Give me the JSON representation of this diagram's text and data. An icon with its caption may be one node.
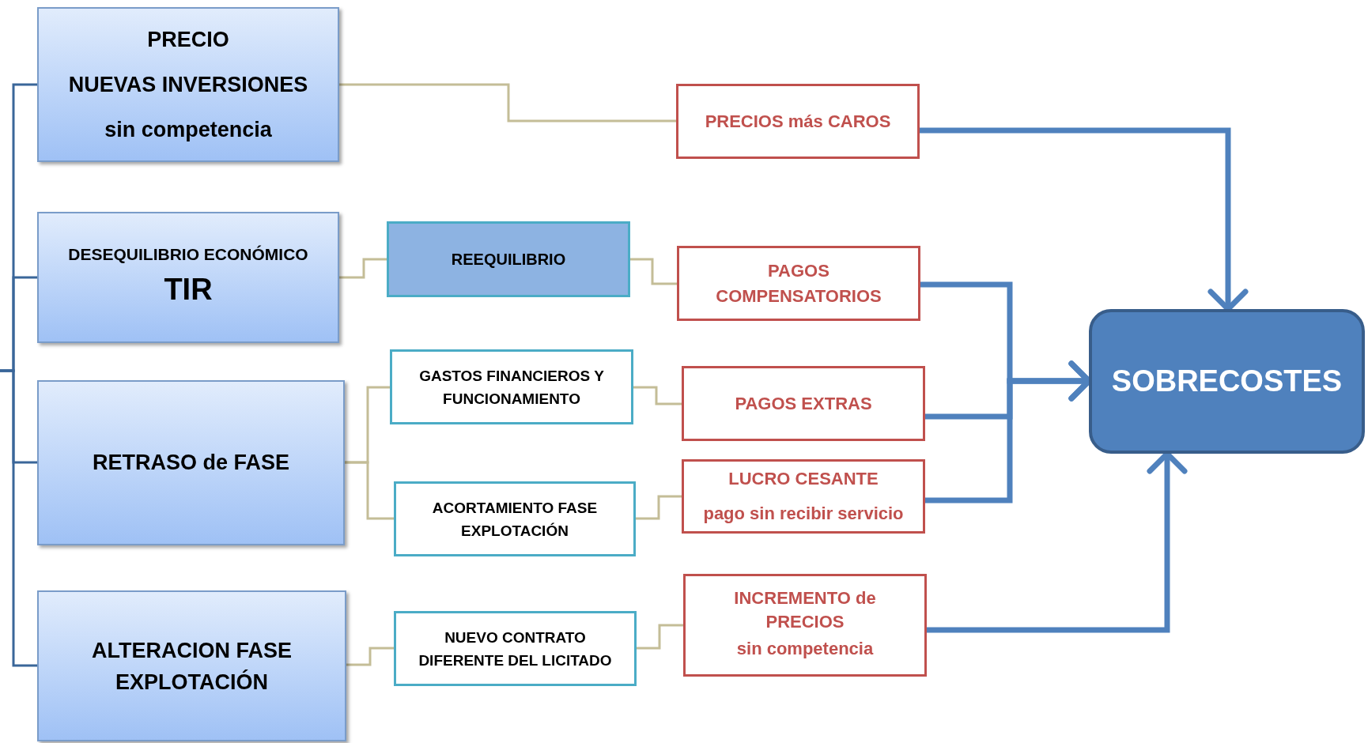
{
  "diagram": {
    "nodes": [
      {
        "text": [
          "PRECIO",
          "NUEVAS INVERSIONES",
          "sin competencia"
        ]
      },
      {
        "text": [
          "DESEQUILIBRIO ECONÓMICO",
          "TIR"
        ]
      },
      {
        "text": [
          "RETRASO de FASE"
        ]
      },
      {
        "text": [
          "ALTERACION FASE EXPLOTACIÓN"
        ]
      },
      {
        "text": [
          "REEQUILIBRIO"
        ]
      },
      {
        "text": [
          "GASTOS FINANCIEROS Y FUNCIONAMIENTO"
        ]
      },
      {
        "text": [
          "ACORTAMIENTO FASE EXPLOTACIÓN"
        ]
      },
      {
        "text": [
          "NUEVO CONTRATO DIFERENTE DEL LICITADO"
        ]
      },
      {
        "text": [
          "PRECIOS más CAROS"
        ]
      },
      {
        "text": [
          "PAGOS COMPENSATORIOS"
        ]
      },
      {
        "text": [
          "PAGOS EXTRAS"
        ]
      },
      {
        "text": [
          "LUCRO CESANTE",
          "pago sin recibir servicio"
        ]
      },
      {
        "text": [
          "INCREMENTO de PRECIOS",
          "sin competencia"
        ]
      },
      {
        "text": [
          "SOBRECOSTES"
        ]
      }
    ],
    "edges": [
      {
        "from": null,
        "to": 0,
        "arrow": "none",
        "color": "#3a6699"
      },
      {
        "from": null,
        "to": 1,
        "arrow": "none",
        "color": "#3a6699"
      },
      {
        "from": null,
        "to": 2,
        "arrow": "none",
        "color": "#3a6699"
      },
      {
        "from": null,
        "to": 3,
        "arrow": "none",
        "color": "#3a6699"
      },
      {
        "from": 0,
        "to": 8,
        "arrow": "none"
      },
      {
        "from": 1,
        "to": 4,
        "arrow": "none"
      },
      {
        "from": 4,
        "to": 9,
        "arrow": "none"
      },
      {
        "from": 2,
        "to": 5,
        "arrow": "none"
      },
      {
        "from": 2,
        "to": 6,
        "arrow": "none"
      },
      {
        "from": 5,
        "to": 10,
        "arrow": "none"
      },
      {
        "from": 6,
        "to": 11,
        "arrow": "none"
      },
      {
        "from": 3,
        "to": 7,
        "arrow": "none"
      },
      {
        "from": 7,
        "to": 12,
        "arrow": "none"
      },
      {
        "from": 8,
        "to": 13,
        "arrow": "to",
        "style": "thick",
        "color": "#4f81bd"
      },
      {
        "from": 9,
        "to": 13,
        "arrow": "to",
        "style": "thick",
        "color": "#4f81bd"
      },
      {
        "from": 10,
        "to": 13,
        "arrow": "to",
        "style": "thick",
        "color": "#4f81bd"
      },
      {
        "from": 11,
        "to": 13,
        "arrow": "to",
        "style": "thick",
        "color": "#4f81bd"
      },
      {
        "from": 12,
        "to": 13,
        "arrow": "to",
        "style": "thick",
        "color": "#4f81bd"
      }
    ]
  }
}
